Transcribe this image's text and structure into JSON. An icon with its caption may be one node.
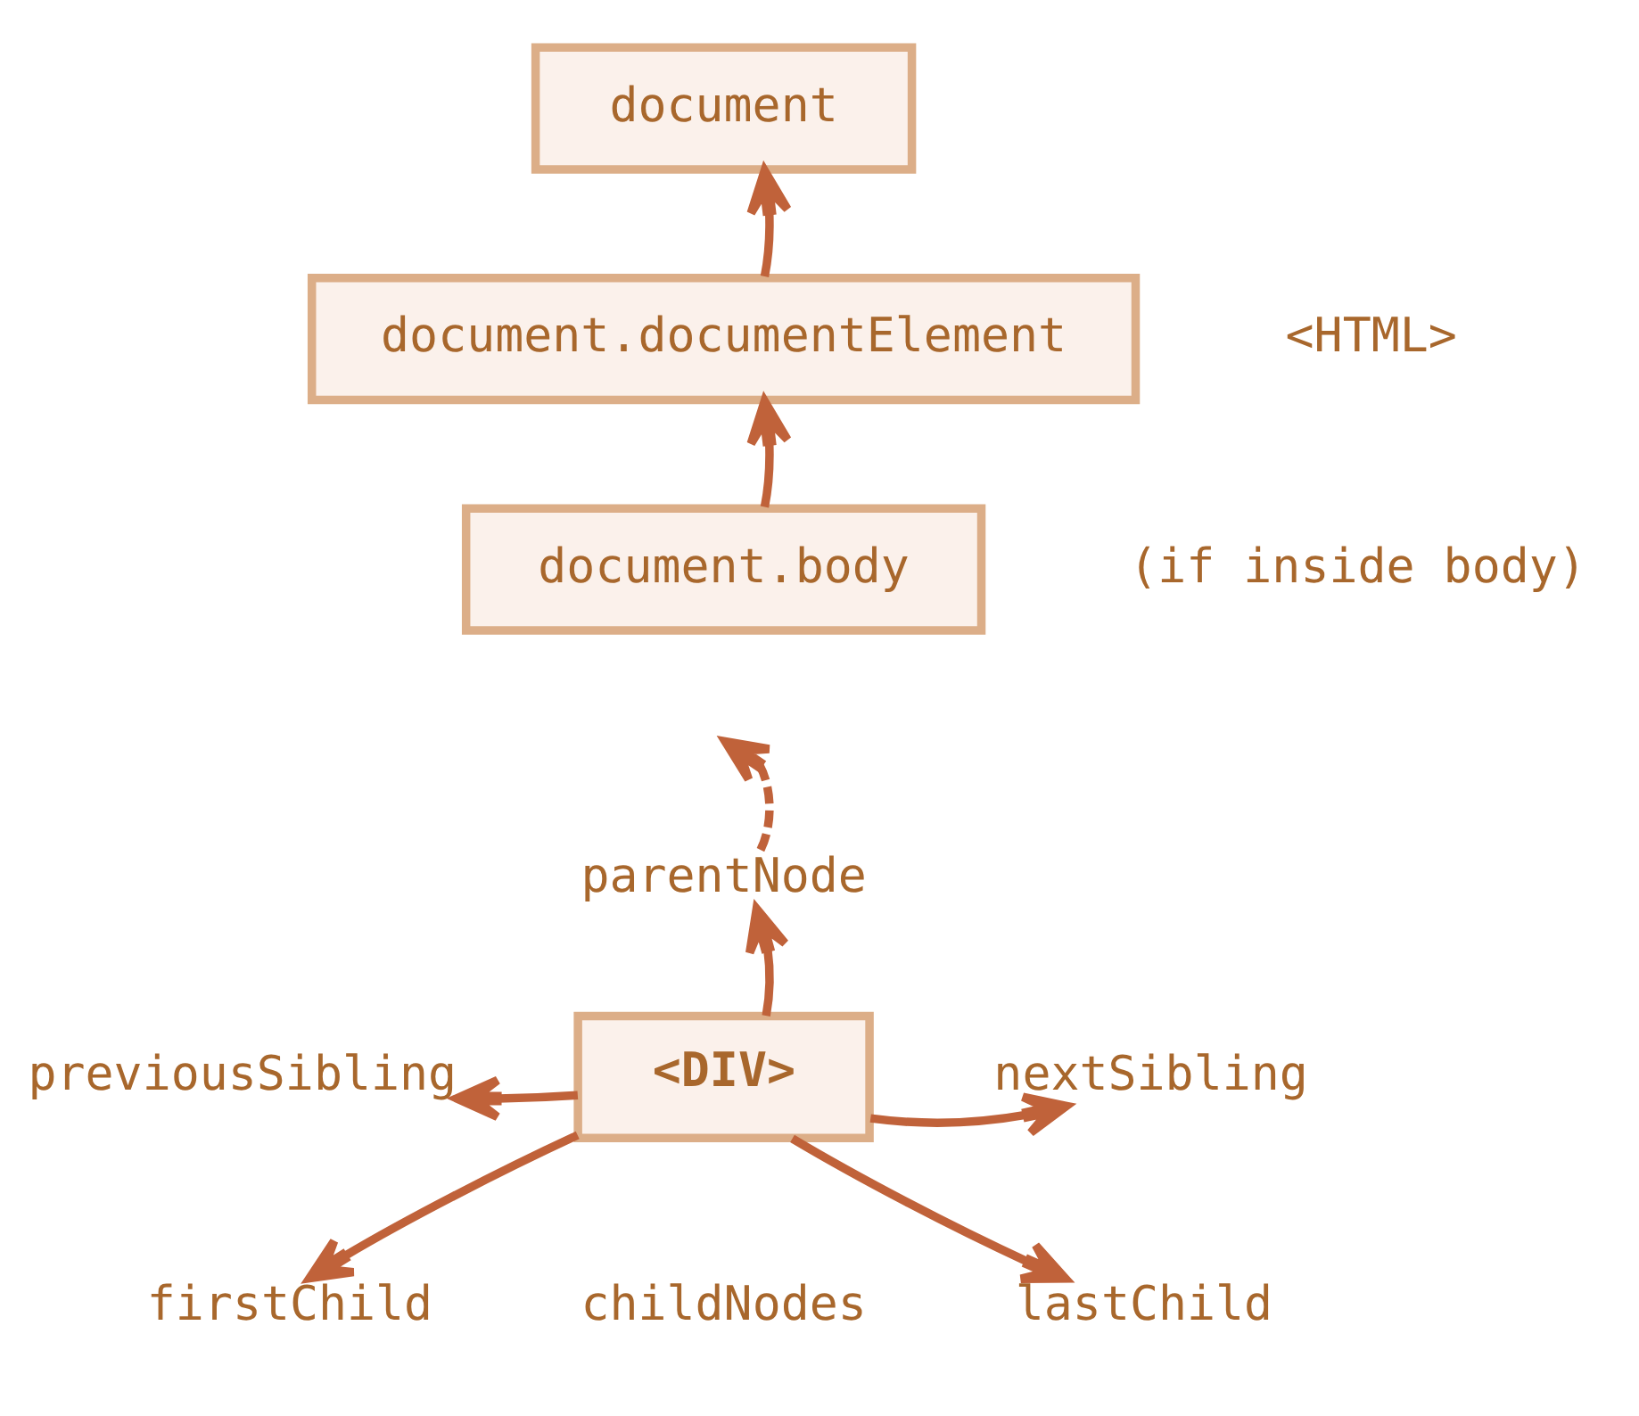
{
  "diagram": {
    "nodes": [
      {
        "text": [
          "document"
        ]
      },
      {
        "text": [
          "document.documentElement"
        ],
        "beside": [
          "<HTML>"
        ]
      },
      {
        "text": [
          "document.body"
        ],
        "beside": [
          "(if inside body)"
        ]
      },
      {
        "text": [
          "parentNode"
        ]
      },
      {
        "text": [
          "previousSibling"
        ]
      },
      {
        "text": [
          "<DIV>"
        ]
      },
      {
        "text": [
          "nextSibling"
        ]
      },
      {
        "text": [
          "firstChild"
        ]
      },
      {
        "text": [
          "lastChild"
        ]
      }
    ],
    "edges": [
      {
        "from": 1,
        "to": 0,
        "arrow": "to"
      },
      {
        "from": 2,
        "to": 1,
        "arrow": "to"
      },
      {
        "from": 3,
        "to": null,
        "arrow": "to",
        "style": "dashed"
      },
      {
        "from": 5,
        "to": 3,
        "arrow": "to"
      },
      {
        "from": 5,
        "to": 4,
        "arrow": "to"
      },
      {
        "from": 5,
        "to": 6,
        "arrow": "to"
      },
      {
        "from": 5,
        "to": 7,
        "arrow": "to"
      },
      {
        "from": 5,
        "to": 8,
        "arrow": "to"
      }
    ],
    "labels": [
      "childNodes"
    ]
  }
}
